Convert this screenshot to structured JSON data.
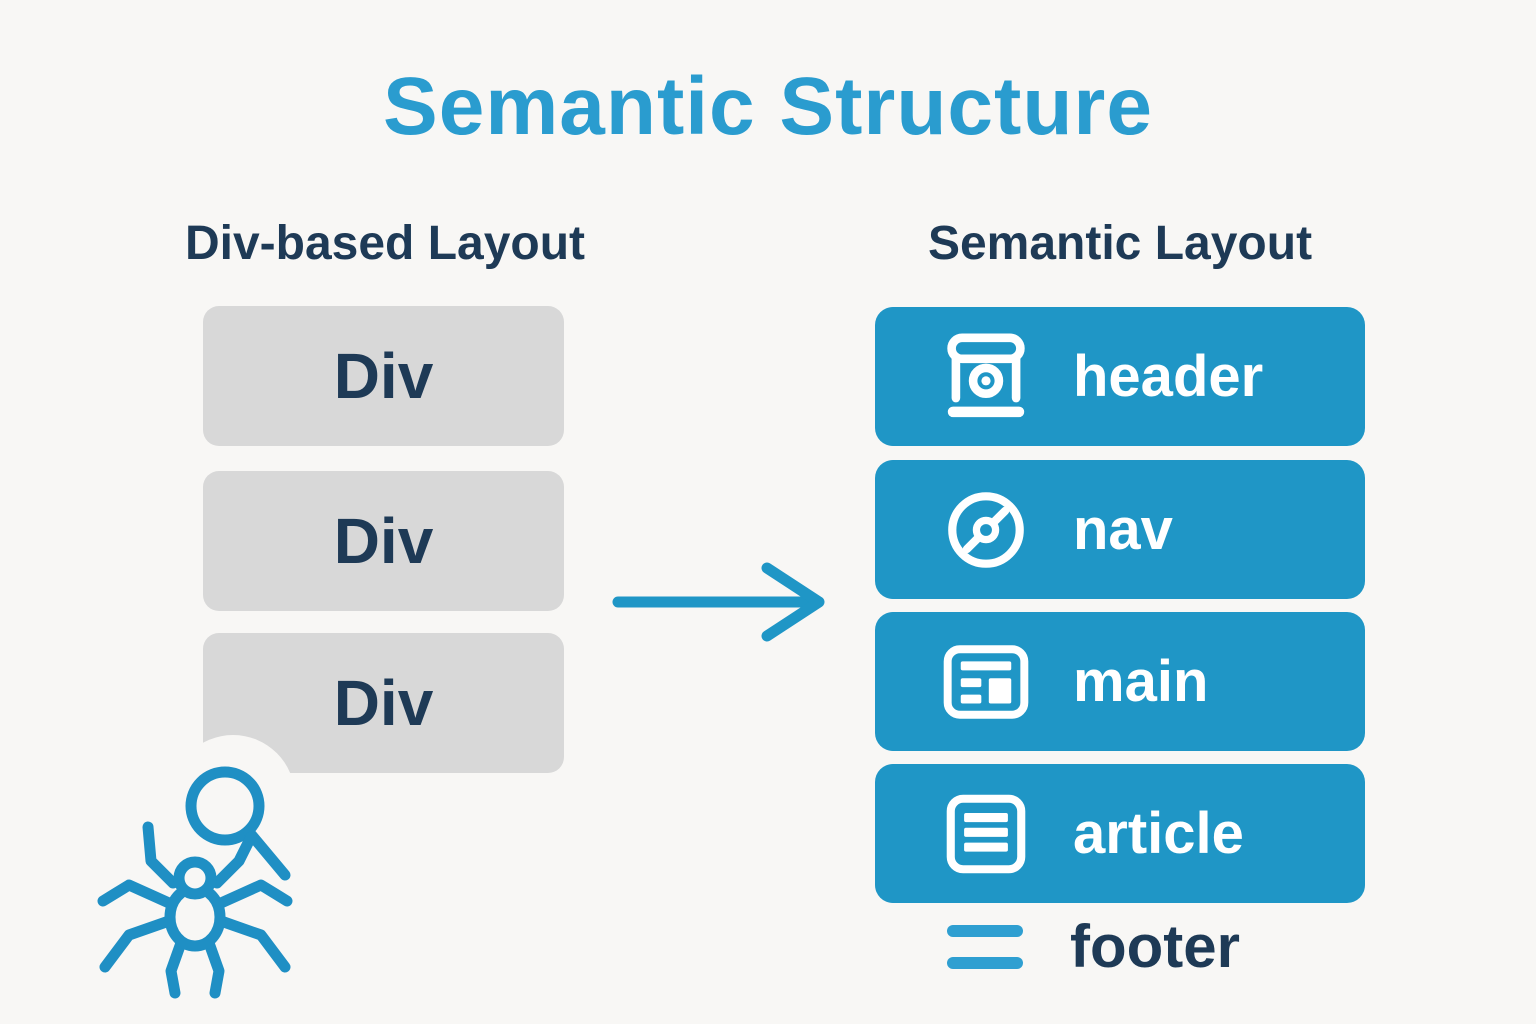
{
  "title": "Semantic Structure",
  "left_column": {
    "heading": "Div-based Layout",
    "boxes": [
      {
        "label": "Div"
      },
      {
        "label": "Div"
      },
      {
        "label": "Div"
      }
    ]
  },
  "right_column": {
    "heading": "Semantic Layout",
    "boxes": [
      {
        "label": "header",
        "icon": "header-window-icon"
      },
      {
        "label": "nav",
        "icon": "compass-icon"
      },
      {
        "label": "main",
        "icon": "layout-panel-icon"
      },
      {
        "label": "article",
        "icon": "document-lines-icon"
      }
    ],
    "footer": {
      "label": "footer",
      "icon": "double-lines-icon"
    }
  },
  "decorations": {
    "arrow": "right-arrow-icon",
    "crawler": "spider-magnifier-icon"
  },
  "colors": {
    "background": "#f8f7f5",
    "accent_blue": "#1f96c6",
    "title_blue": "#2a9ccf",
    "navy_text": "#1e3a56",
    "gray_box": "#d8d8d8",
    "footer_line_blue": "#2f9fd1"
  }
}
